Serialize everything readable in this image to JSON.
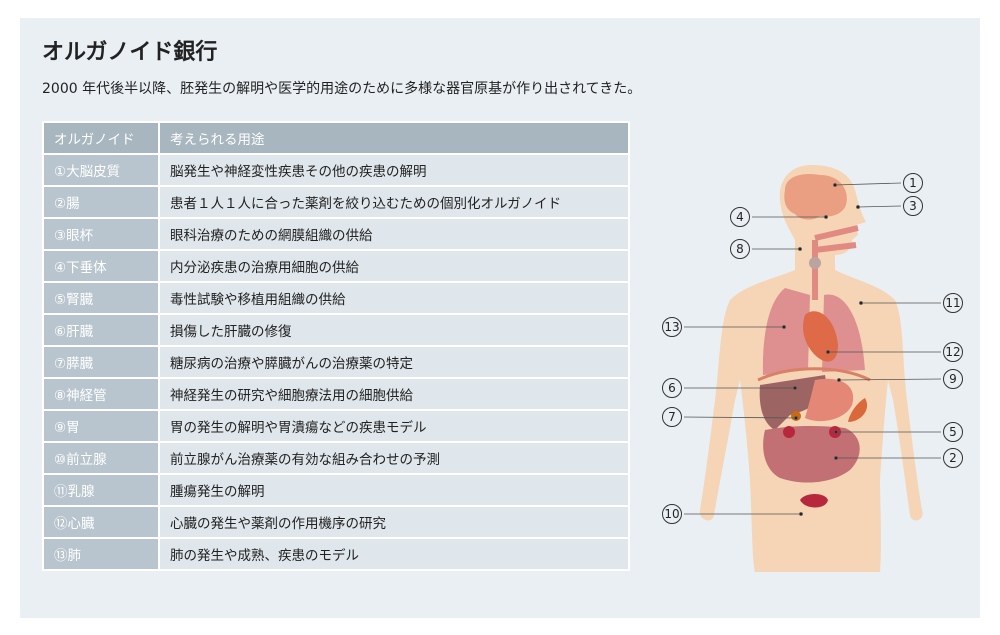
{
  "title": "オルガノイド銀行",
  "subtitle": "2000 年代後半以降、胚発生の解明や医学的用途のために多様な器官原基が作り出されてきた。",
  "table": {
    "headers": [
      "オルガノイド",
      "考えられる用途"
    ],
    "rows": [
      {
        "organ": "①大脳皮質",
        "use": "脳発生や神経変性疾患その他の疾患の解明"
      },
      {
        "organ": "②腸",
        "use": "患者１人１人に合った薬剤を絞り込むための個別化オルガノイド"
      },
      {
        "organ": "③眼杯",
        "use": "眼科治療のための網膜組織の供給"
      },
      {
        "organ": "④下垂体",
        "use": "内分泌疾患の治療用細胞の供給"
      },
      {
        "organ": "⑤腎臓",
        "use": "毒性試験や移植用組織の供給"
      },
      {
        "organ": "⑥肝臓",
        "use": "損傷した肝臓の修復"
      },
      {
        "organ": "⑦膵臓",
        "use": "糖尿病の治療や膵臓がんの治療薬の特定"
      },
      {
        "organ": "⑧神経管",
        "use": "神経発生の研究や細胞療法用の細胞供給"
      },
      {
        "organ": "⑨胃",
        "use": "胃の発生の解明や胃潰瘍などの疾患モデル"
      },
      {
        "organ": "⑩前立腺",
        "use": "前立腺がん治療薬の有効な組み合わせの予測"
      },
      {
        "organ": "⑪乳腺",
        "use": "腫瘍発生の解明"
      },
      {
        "organ": "⑫心臓",
        "use": "心臓の発生や薬剤の作用機序の研究"
      },
      {
        "organ": "⑬肺",
        "use": "肺の発生や成熟、疾患のモデル"
      }
    ]
  },
  "diagram_labels": [
    "1",
    "3",
    "4",
    "8",
    "11",
    "13",
    "12",
    "9",
    "6",
    "7",
    "5",
    "2",
    "10"
  ]
}
